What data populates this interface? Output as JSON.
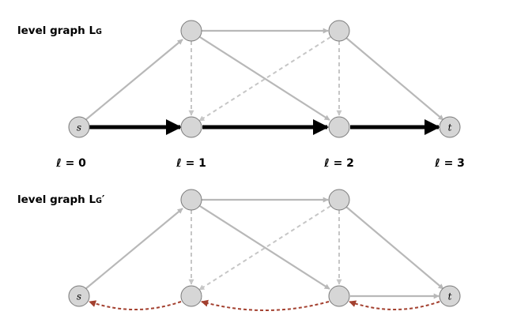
{
  "top": {
    "title_main": "level graph L",
    "title_sub": "G",
    "levels": [
      "ℓ = 0",
      "ℓ = 1",
      "ℓ = 2",
      "ℓ = 3"
    ]
  },
  "bottom": {
    "title_main": "level graph L",
    "title_sub": "G",
    "title_prime": "′"
  },
  "nodes": {
    "source": "s",
    "sink": "t"
  },
  "colors": {
    "node_fill": "#d6d6d6",
    "node_stroke": "#7a7a7a",
    "edge_gray": "#b8b8b8",
    "edge_dashed": "#c6c6c6",
    "edge_path": "#000000",
    "edge_reverse": "#a3402f"
  }
}
